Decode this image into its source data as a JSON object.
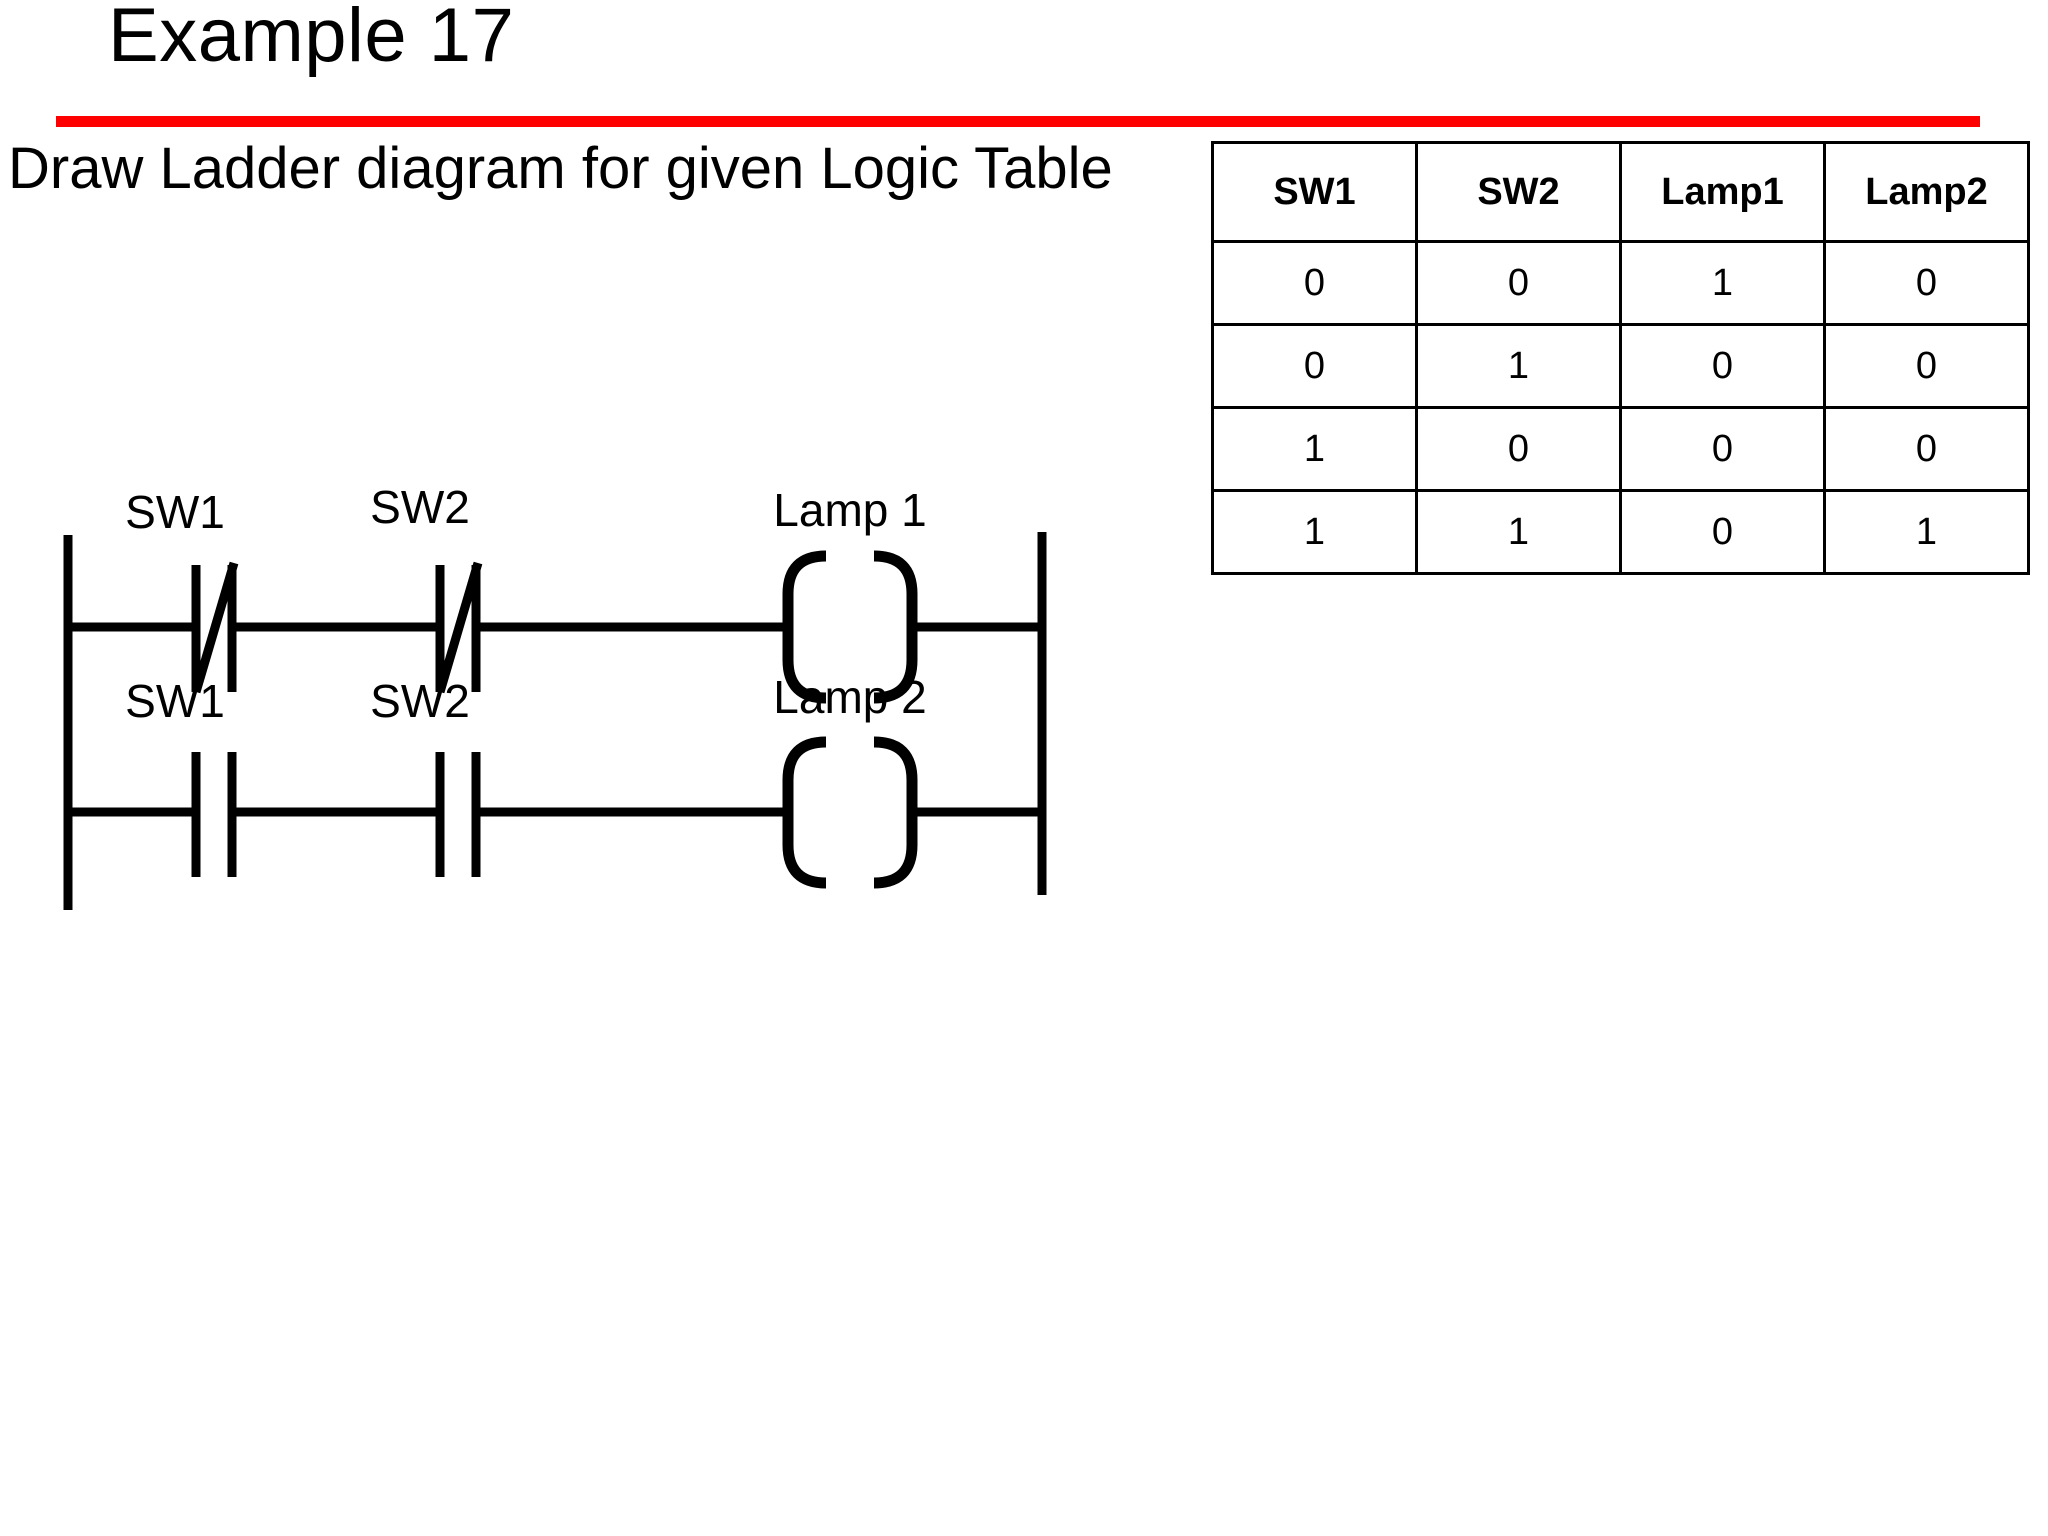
{
  "slide": {
    "title": "Example 17",
    "subtitle": "Draw Ladder diagram for given Logic Table",
    "accent_color": "#FF0000",
    "background_color": "#FFFFFF",
    "text_color": "#000000"
  },
  "truth_table": {
    "headers": [
      "SW1",
      "SW2",
      "Lamp1",
      "Lamp2"
    ],
    "rows": [
      [
        "0",
        "0",
        "1",
        "0"
      ],
      [
        "0",
        "1",
        "0",
        "0"
      ],
      [
        "1",
        "0",
        "0",
        "0"
      ],
      [
        "1",
        "1",
        "0",
        "1"
      ]
    ]
  },
  "ladder": {
    "rungs": [
      {
        "contacts": [
          {
            "label": "SW1",
            "type": "normally-closed"
          },
          {
            "label": "SW2",
            "type": "normally-closed"
          }
        ],
        "coil": {
          "label": "Lamp 1"
        }
      },
      {
        "contacts": [
          {
            "label": "SW1",
            "type": "normally-open"
          },
          {
            "label": "SW2",
            "type": "normally-open"
          }
        ],
        "coil": {
          "label": "Lamp 2"
        }
      }
    ]
  },
  "chart_data": {
    "type": "table",
    "title": "Logic Table",
    "categories": [
      "SW1",
      "SW2",
      "Lamp1",
      "Lamp2"
    ],
    "series": [
      {
        "name": "SW1",
        "values": [
          0,
          0,
          1,
          1
        ]
      },
      {
        "name": "SW2",
        "values": [
          0,
          1,
          0,
          1
        ]
      },
      {
        "name": "Lamp1",
        "values": [
          1,
          0,
          0,
          0
        ]
      },
      {
        "name": "Lamp2",
        "values": [
          0,
          0,
          0,
          1
        ]
      }
    ],
    "xlabel": "",
    "ylabel": "",
    "grid": true,
    "legend": "none"
  }
}
